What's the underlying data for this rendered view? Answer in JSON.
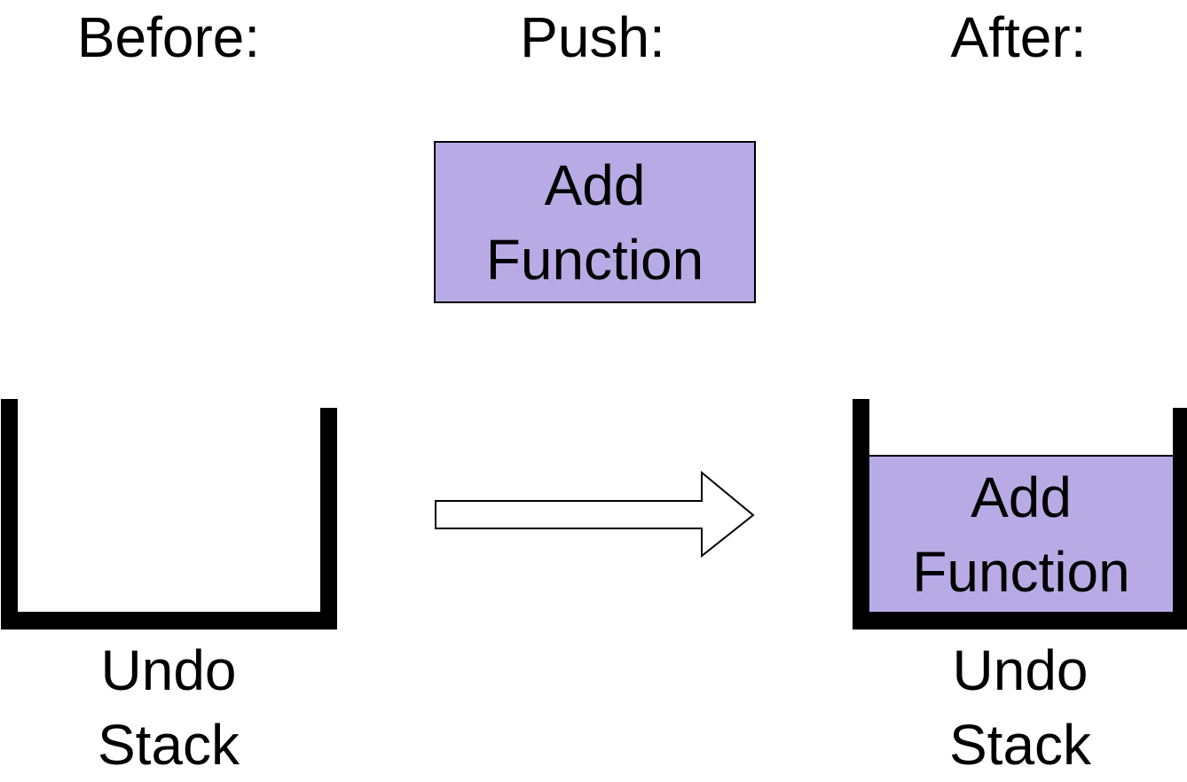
{
  "headings": {
    "before": "Before:",
    "push": "Push:",
    "after": "After:"
  },
  "push_block": {
    "line1": "Add",
    "line2": "Function",
    "fill_color": "#b8abe5"
  },
  "before_stack": {
    "label_line1": "Undo",
    "label_line2": "Stack",
    "items": []
  },
  "after_stack": {
    "label_line1": "Undo",
    "label_line2": "Stack",
    "items": [
      {
        "line1": "Add",
        "line2": "Function"
      }
    ]
  },
  "arrow": {
    "direction": "right",
    "style": "hollow"
  },
  "colors": {
    "stack_wall": "#000000",
    "block_fill": "#b8abe5",
    "background": "#ffffff"
  }
}
